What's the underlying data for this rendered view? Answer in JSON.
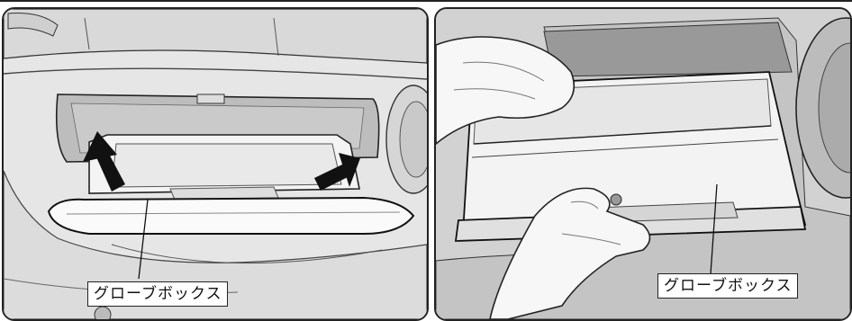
{
  "figure": {
    "left_panel": {
      "callout_label": "グローブボックス",
      "illustration": "glove-box-pulled-open-with-arrows"
    },
    "right_panel": {
      "callout_label": "グローブボックス",
      "illustration": "hands-removing-glove-box"
    }
  }
}
